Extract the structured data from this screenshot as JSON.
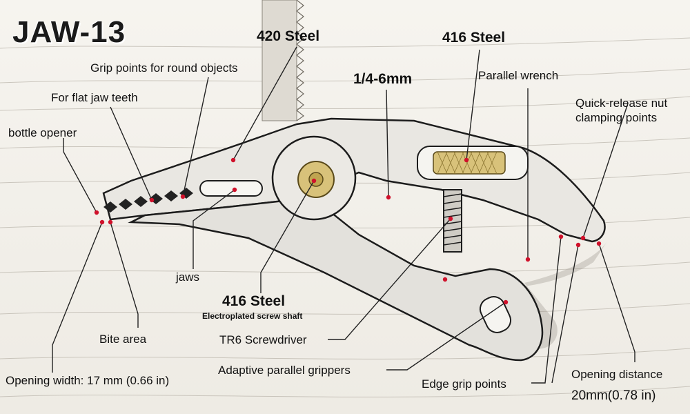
{
  "title": "JAW-13",
  "labels": {
    "steel_420": "420 Steel",
    "steel_416_top": "416 Steel",
    "size_range": "1/4-6mm",
    "grip_round": "Grip points for round objects",
    "flat_jaw_teeth": "For flat jaw teeth",
    "parallel_wrench": "Parallel wrench",
    "quick_release_1": "Quick-release nut",
    "quick_release_2": "clamping points",
    "bottle_opener": "bottle opener",
    "jaws": "jaws",
    "steel_416_shaft": "416 Steel",
    "shaft_note": "Electroplated screw shaft",
    "bite_area": "Bite area",
    "tr6": "TR6 Screwdriver",
    "adaptive": "Adaptive parallel grippers",
    "opening_width": "Opening width: 17 mm (0.66 in)",
    "edge_grip": "Edge grip points",
    "opening_distance": "Opening distance",
    "opening_distance_value": "20mm(0.78 in)"
  },
  "colors": {
    "leader": "#222222",
    "marker": "#d0112b",
    "tool_body": "#e9e7e2",
    "tool_outline": "#1c1c1c",
    "brass": "#d8c27a"
  }
}
